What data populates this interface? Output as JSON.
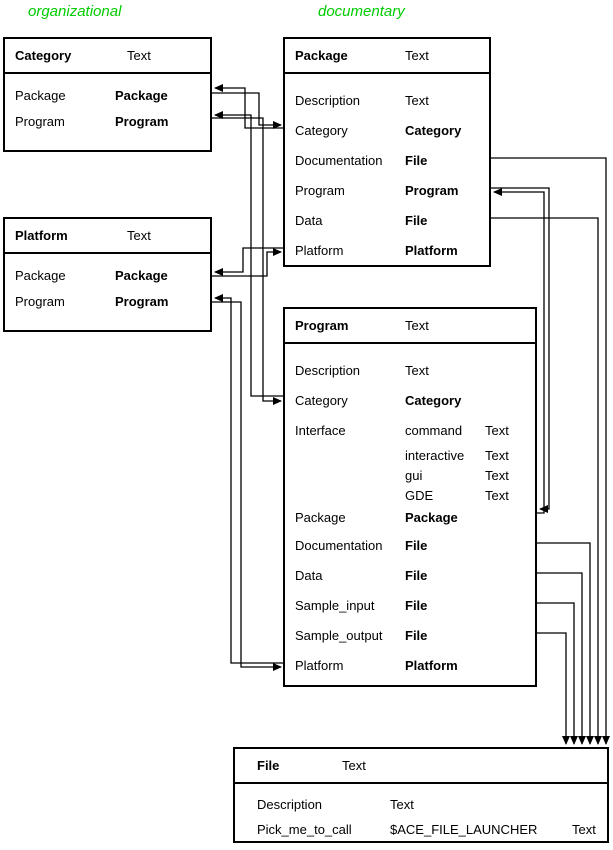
{
  "section_headers": {
    "organizational": "organizational",
    "documentary": "documentary"
  },
  "colors": {
    "section_header": "#00cc00",
    "line": "#000000",
    "background": "#ffffff"
  },
  "entities": {
    "category": {
      "name": "Category",
      "type": "Text",
      "rows": [
        {
          "label": "Package",
          "value": "Package"
        },
        {
          "label": "Program",
          "value": "Program"
        }
      ]
    },
    "platform": {
      "name": "Platform",
      "type": "Text",
      "rows": [
        {
          "label": "Package",
          "value": "Package"
        },
        {
          "label": "Program",
          "value": "Program"
        }
      ]
    },
    "package": {
      "name": "Package",
      "type": "Text",
      "rows": [
        {
          "label": "Description",
          "value": "Text"
        },
        {
          "label": "Category",
          "value": "Category"
        },
        {
          "label": "Documentation",
          "value": "File"
        },
        {
          "label": "Program",
          "value": "Program"
        },
        {
          "label": "Data",
          "value": "File"
        },
        {
          "label": "Platform",
          "value": "Platform"
        }
      ]
    },
    "program": {
      "name": "Program",
      "type": "Text",
      "rows": [
        {
          "label": "Description",
          "value": "Text"
        },
        {
          "label": "Category",
          "value": "Category"
        },
        {
          "label": "Interface",
          "value": "command",
          "extra": "Text"
        },
        {
          "label": "",
          "value": "interactive",
          "extra": "Text"
        },
        {
          "label": "",
          "value": "gui",
          "extra": "Text"
        },
        {
          "label": "",
          "value": "GDE",
          "extra": "Text"
        },
        {
          "label": "Package",
          "value": "Package"
        },
        {
          "label": "Documentation",
          "value": "File"
        },
        {
          "label": "Data",
          "value": "File"
        },
        {
          "label": "Sample_input",
          "value": "File"
        },
        {
          "label": "Sample_output",
          "value": "File"
        },
        {
          "label": "Platform",
          "value": "Platform"
        }
      ]
    },
    "file": {
      "name": "File",
      "type": "Text",
      "rows": [
        {
          "label": "Description",
          "value": "Text"
        },
        {
          "label": "Pick_me_to_call",
          "value": "$ACE_FILE_LAUNCHER",
          "extra": "Text"
        }
      ]
    }
  },
  "relations": [
    {
      "from": "Category.Package",
      "to": "Package"
    },
    {
      "from": "Category.Program",
      "to": "Program"
    },
    {
      "from": "Platform.Package",
      "to": "Package"
    },
    {
      "from": "Platform.Program",
      "to": "Program"
    },
    {
      "from": "Package.Category",
      "to": "Category"
    },
    {
      "from": "Package.Program",
      "to": "Program"
    },
    {
      "from": "Package.Platform",
      "to": "Platform"
    },
    {
      "from": "Package.Documentation",
      "to": "File"
    },
    {
      "from": "Package.Data",
      "to": "File"
    },
    {
      "from": "Program.Category",
      "to": "Category"
    },
    {
      "from": "Program.Package",
      "to": "Package"
    },
    {
      "from": "Program.Platform",
      "to": "Platform"
    },
    {
      "from": "Program.Documentation",
      "to": "File"
    },
    {
      "from": "Program.Data",
      "to": "File"
    },
    {
      "from": "Program.Sample_input",
      "to": "File"
    },
    {
      "from": "Program.Sample_output",
      "to": "File"
    }
  ]
}
